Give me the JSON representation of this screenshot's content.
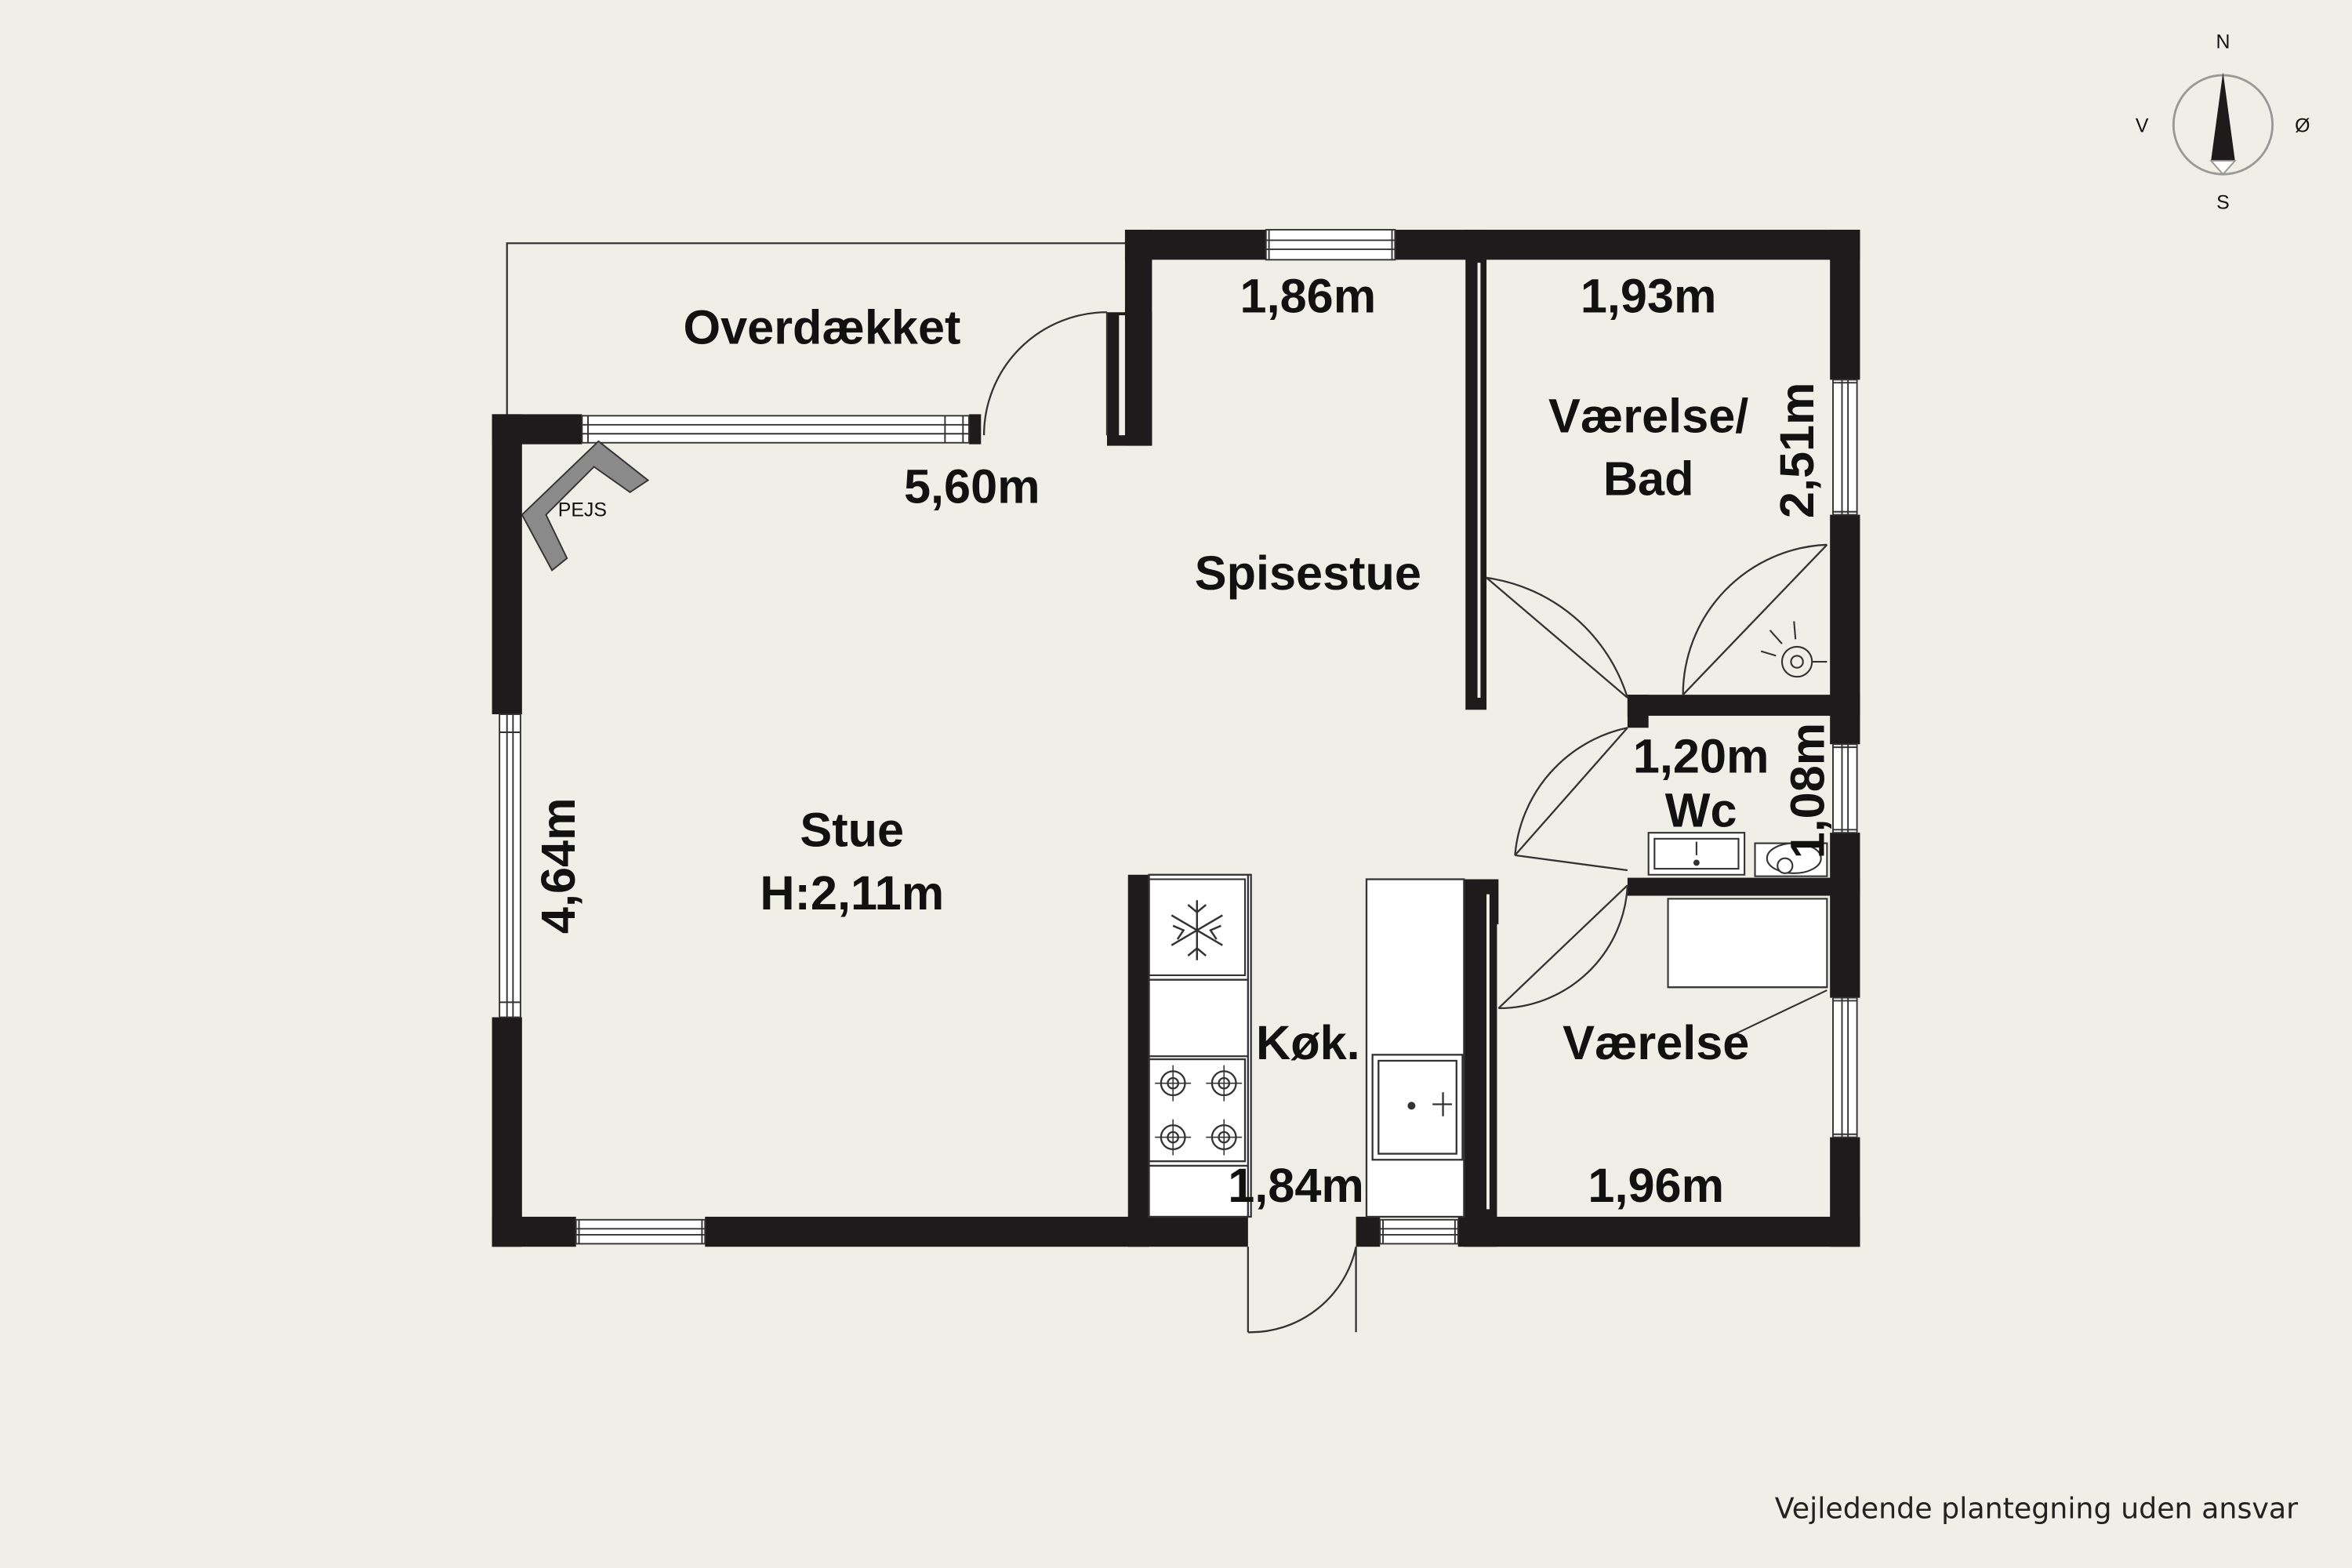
{
  "rooms": {
    "overdaekket": {
      "name": "Overdækket"
    },
    "spisestue": {
      "name": "Spisestue"
    },
    "stue": {
      "name": "Stue",
      "height": "H:2,11m"
    },
    "vaerelse_bad": {
      "line1": "Værelse/",
      "line2": "Bad"
    },
    "wc": {
      "name": "Wc"
    },
    "koekken": {
      "name": "Køk."
    },
    "vaerelse": {
      "name": "Værelse"
    }
  },
  "dimensions": {
    "overdaekket_width": "5,60m",
    "spisestue_width": "1,86m",
    "bad_width": "1,93m",
    "bad_depth": "2,51m",
    "wc_width": "1,20m",
    "wc_depth": "1,08m",
    "stue_depth": "4,64m",
    "koekken_width": "1,84m",
    "vaerelse_width": "1,96m"
  },
  "fixtures": {
    "fireplace_label": "PEJS"
  },
  "compass": {
    "north": "N",
    "south": "S",
    "east": "Ø",
    "west": "V"
  },
  "footer": {
    "disclaimer": "Vejledende plantegning uden ansvar"
  },
  "colors": {
    "background": "#f0efe7",
    "wall": "#1f1a1c",
    "line": "#333333",
    "fixture_gray": "#8a8a8a"
  }
}
